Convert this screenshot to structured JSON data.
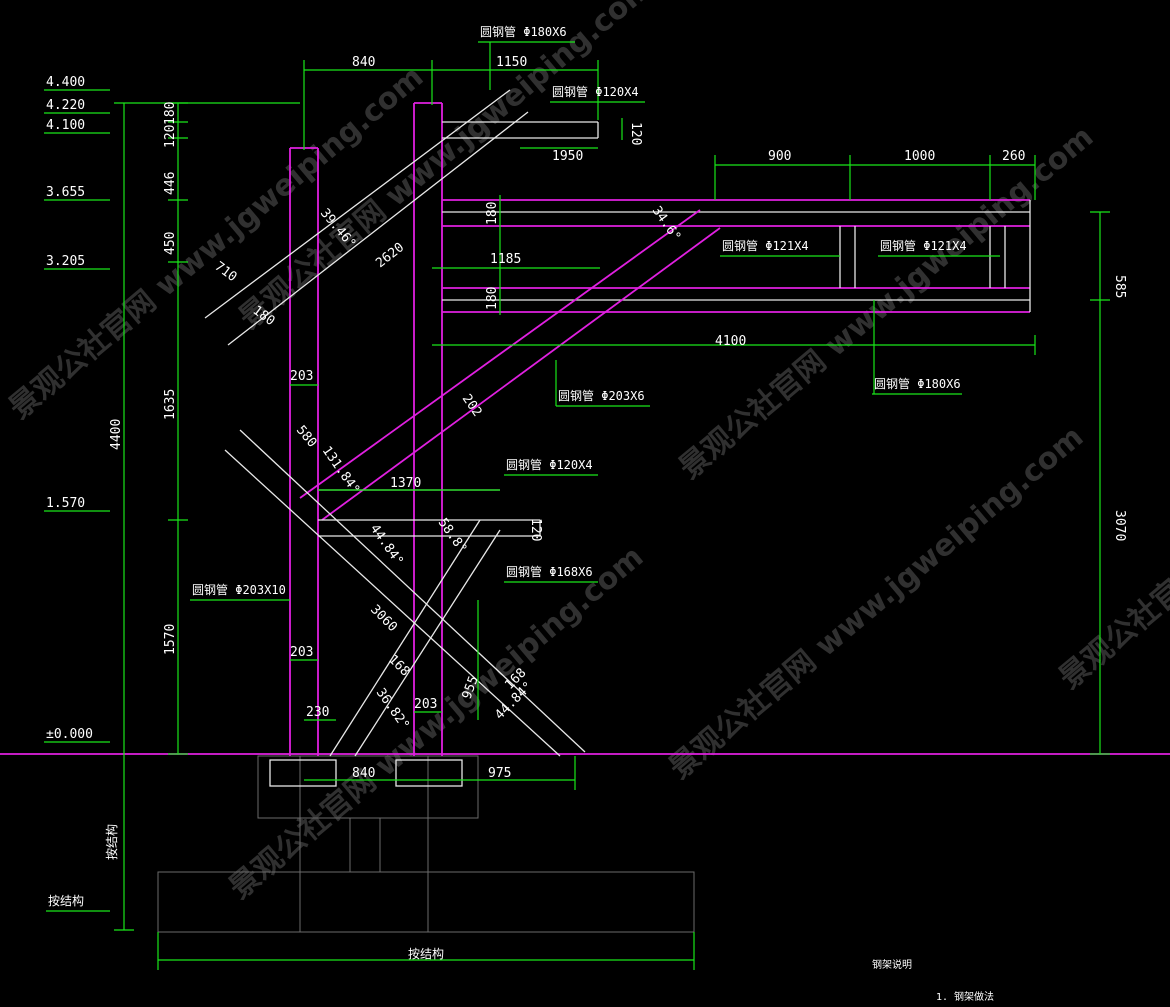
{
  "levels": [
    "4.400",
    "4.220",
    "4.100",
    "3.655",
    "3.205",
    "1.570",
    "±0.000"
  ],
  "vertical_dims": [
    "180",
    "120",
    "446",
    "450",
    "1635",
    "1570",
    "4400",
    "585",
    "3070",
    "180",
    "180",
    "120",
    "120"
  ],
  "horizontal_dims": [
    "840",
    "1150",
    "1950",
    "900",
    "1000",
    "260",
    "1185",
    "4100",
    "1370",
    "203",
    "203",
    "203",
    "230",
    "840",
    "975"
  ],
  "diagonal_dims": [
    "710",
    "180",
    "2620",
    "580",
    "3060",
    "168",
    "955",
    "168",
    "202"
  ],
  "angles": [
    "39.46°",
    "34.6°",
    "131.84°",
    "44.84°",
    "58.8°",
    "36.82°",
    "44.84°"
  ],
  "callouts": [
    "圆钢管 Φ180X6",
    "圆钢管 Φ120X4",
    "圆钢管 Φ121X4",
    "圆钢管 Φ121X4",
    "圆钢管 Φ180X6",
    "圆钢管 Φ203X6",
    "圆钢管 Φ120X4",
    "圆钢管 Φ168X6",
    "圆钢管 Φ203X10"
  ],
  "structure_notes": [
    "按结构",
    "按结构",
    "按结构"
  ],
  "notes": {
    "title": "钢架说明",
    "item1": "1. 钢架做法"
  },
  "watermarks": [
    "景观公社官网 www.jgweiping.com",
    "景观公社官网 www.jgweiping.com",
    "景观公社官网 www.jgweiping.com",
    "景观公社官网 www.jgweiping.com",
    "景观公社官网 www.jgweiping.com",
    "景观公社官网 www.jgweiping.com"
  ],
  "colors": {
    "background": "#000000",
    "dimension": "#19e619",
    "member": "#e8e8e8",
    "member_alt": "#e020e0",
    "ground": "#e020e0"
  }
}
